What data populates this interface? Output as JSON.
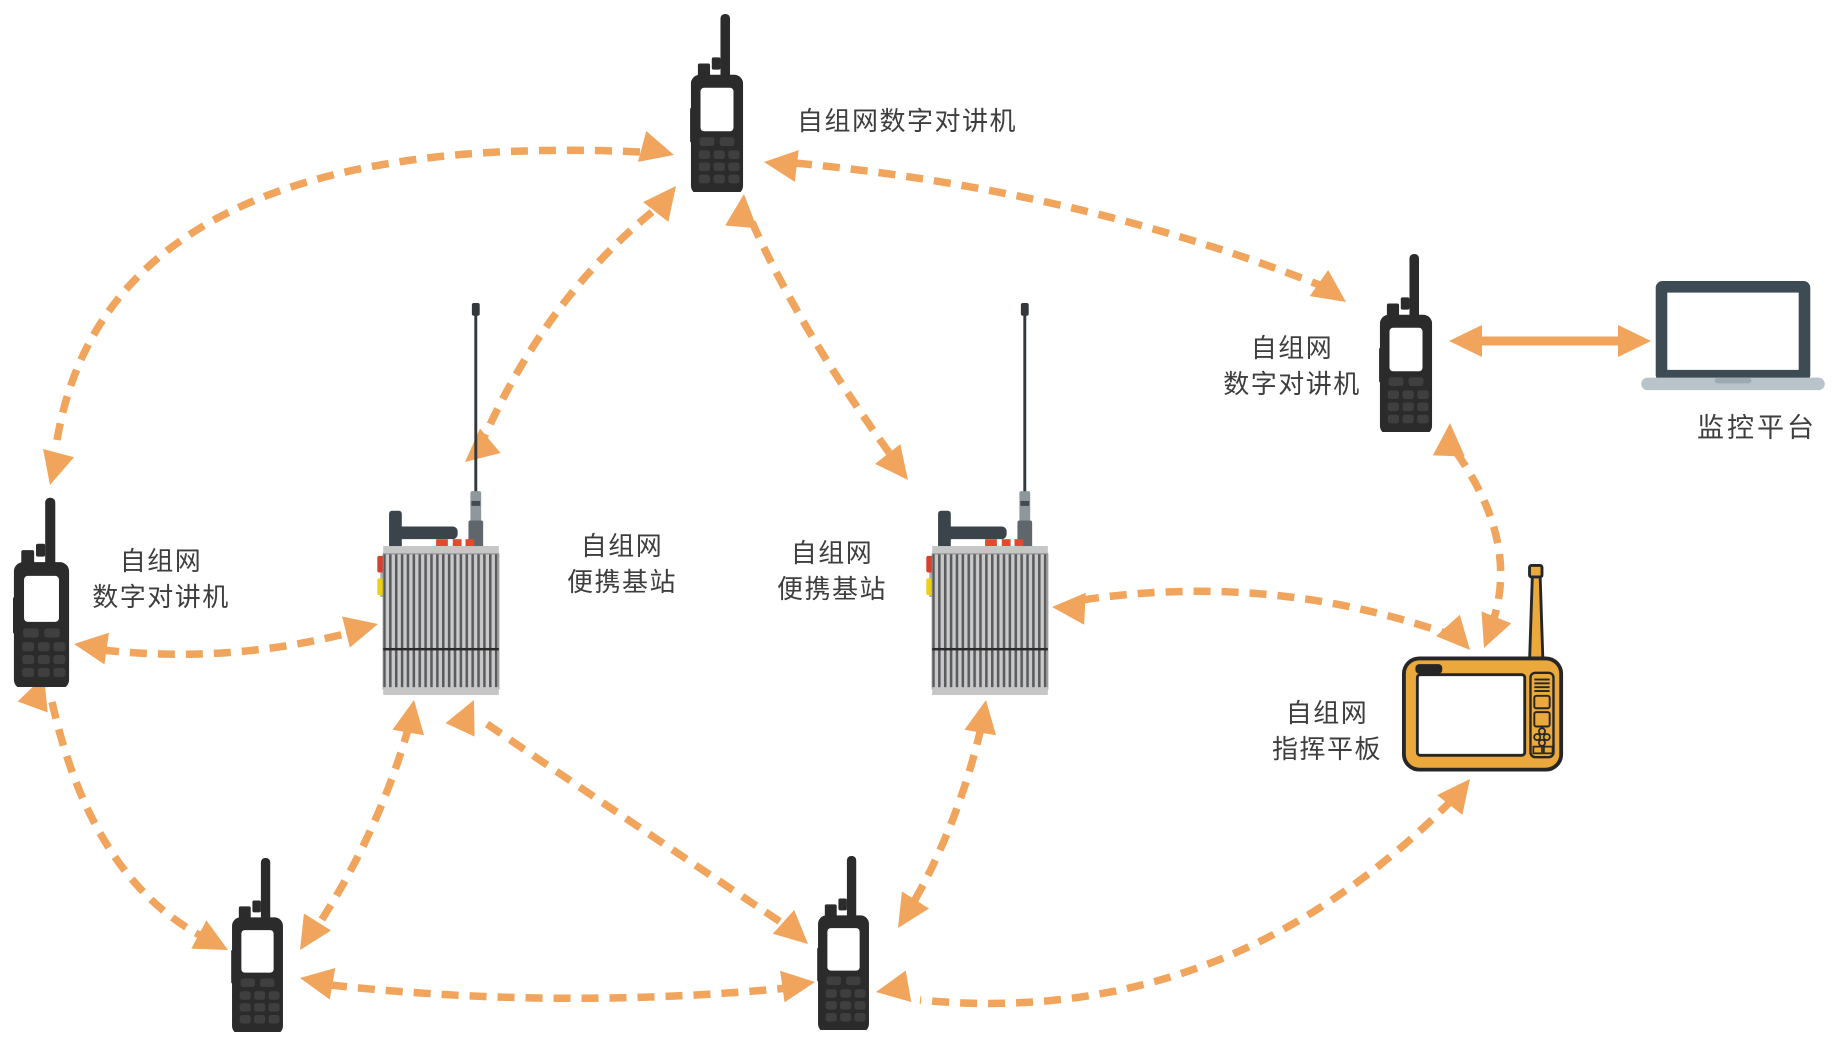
{
  "page": {
    "background": "#ffffff"
  },
  "palette": {
    "arrow_orange": "#F0A45C",
    "device_black": "#2b2b2b",
    "label_color": "#3e3e3e",
    "laptop_bezel": "#3d4b55",
    "laptop_base": "#b9c3ca",
    "tablet_yellow": "#eba93c",
    "station_red": "#d8402e",
    "station_yellow": "#edd011"
  },
  "nodes": {
    "radio_top": {
      "label": "自组网数字对讲机"
    },
    "radio_right": {
      "label_line1": "自组网",
      "label_line2": "数字对讲机"
    },
    "radio_left": {
      "label_line1": "自组网",
      "label_line2": "数字对讲机"
    },
    "station_left": {
      "label_line1": "自组网",
      "label_line2": "便携基站"
    },
    "station_right": {
      "label_line1": "自组网",
      "label_line2": "便携基站"
    },
    "tablet": {
      "label_line1": "自组网",
      "label_line2": "指挥平板"
    },
    "monitor": {
      "label": "监控平台"
    },
    "radio_bottom_left": {},
    "radio_bottom_center": {}
  },
  "connections": [
    {
      "from": "radio_top",
      "to": "radio_left",
      "style": "dashed",
      "double_headed": true
    },
    {
      "from": "radio_top",
      "to": "station_left",
      "style": "dashed",
      "double_headed": true
    },
    {
      "from": "radio_top",
      "to": "station_right",
      "style": "dashed",
      "double_headed": true
    },
    {
      "from": "radio_top",
      "to": "radio_right",
      "style": "dashed",
      "double_headed": true
    },
    {
      "from": "radio_right",
      "to": "tablet",
      "style": "dashed",
      "double_headed": true
    },
    {
      "from": "station_right",
      "to": "tablet",
      "style": "dashed",
      "double_headed": true
    },
    {
      "from": "tablet",
      "to": "radio_bottom_center",
      "style": "dashed",
      "double_headed": true
    },
    {
      "from": "station_right",
      "to": "radio_bottom_center",
      "style": "dashed",
      "double_headed": true
    },
    {
      "from": "station_left",
      "to": "radio_bottom_center",
      "style": "dashed",
      "double_headed": true
    },
    {
      "from": "station_left",
      "to": "radio_bottom_left",
      "style": "dashed",
      "double_headed": true
    },
    {
      "from": "radio_bottom_left",
      "to": "radio_bottom_center",
      "style": "dashed",
      "double_headed": true
    },
    {
      "from": "radio_left",
      "to": "radio_bottom_left",
      "style": "dashed",
      "double_headed": true
    },
    {
      "from": "radio_left",
      "to": "station_left",
      "style": "dashed",
      "double_headed": true
    },
    {
      "from": "radio_right",
      "to": "monitor",
      "style": "solid",
      "double_headed": true
    }
  ]
}
